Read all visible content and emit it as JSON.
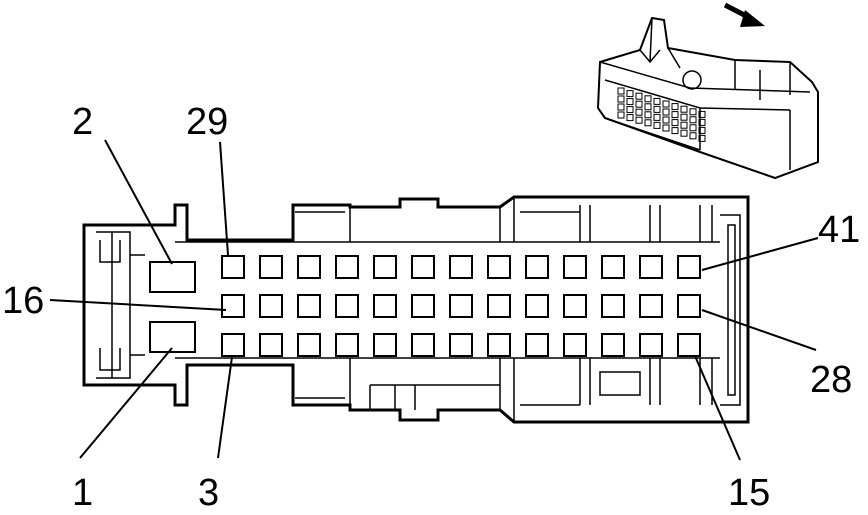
{
  "diagram": {
    "type": "connector-pinout",
    "cavity_rows": 3,
    "cavity_columns": 13,
    "callouts": [
      {
        "id": "pin-2",
        "label": "2"
      },
      {
        "id": "pin-29",
        "label": "29"
      },
      {
        "id": "pin-16",
        "label": "16"
      },
      {
        "id": "pin-1",
        "label": "1"
      },
      {
        "id": "pin-3",
        "label": "3"
      },
      {
        "id": "pin-41",
        "label": "41"
      },
      {
        "id": "pin-28",
        "label": "28"
      },
      {
        "id": "pin-15",
        "label": "15"
      }
    ],
    "inset_view": {
      "depicts": "connector-3d-view",
      "arrow": "view-direction-arrow"
    },
    "colors": {
      "line": "#000000",
      "background": "#ffffff"
    }
  }
}
